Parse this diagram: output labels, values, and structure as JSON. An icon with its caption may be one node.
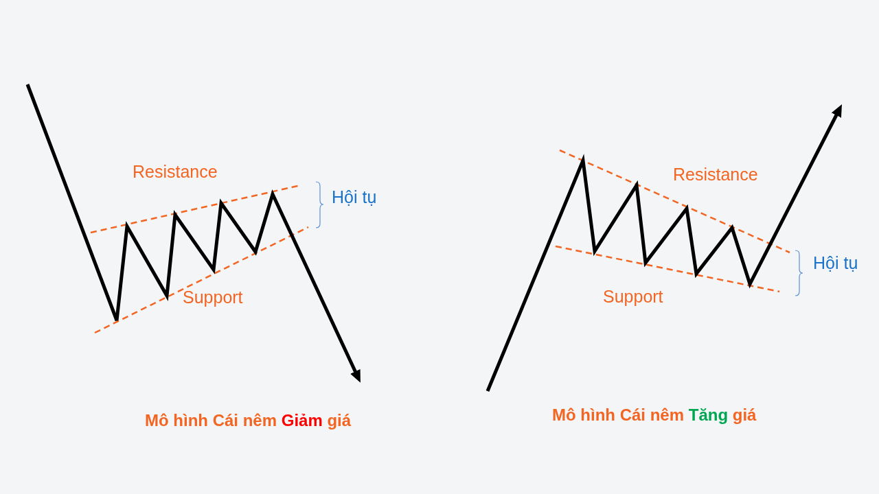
{
  "diagram": {
    "labels": [
      "Resistance",
      "Hội tụ",
      "Support",
      "Mô hình Cái nêm Giảm giá",
      "Resistance",
      "Hội tụ",
      "Support",
      "Mô hình Cái nêm Tăng giá"
    ]
  }
}
